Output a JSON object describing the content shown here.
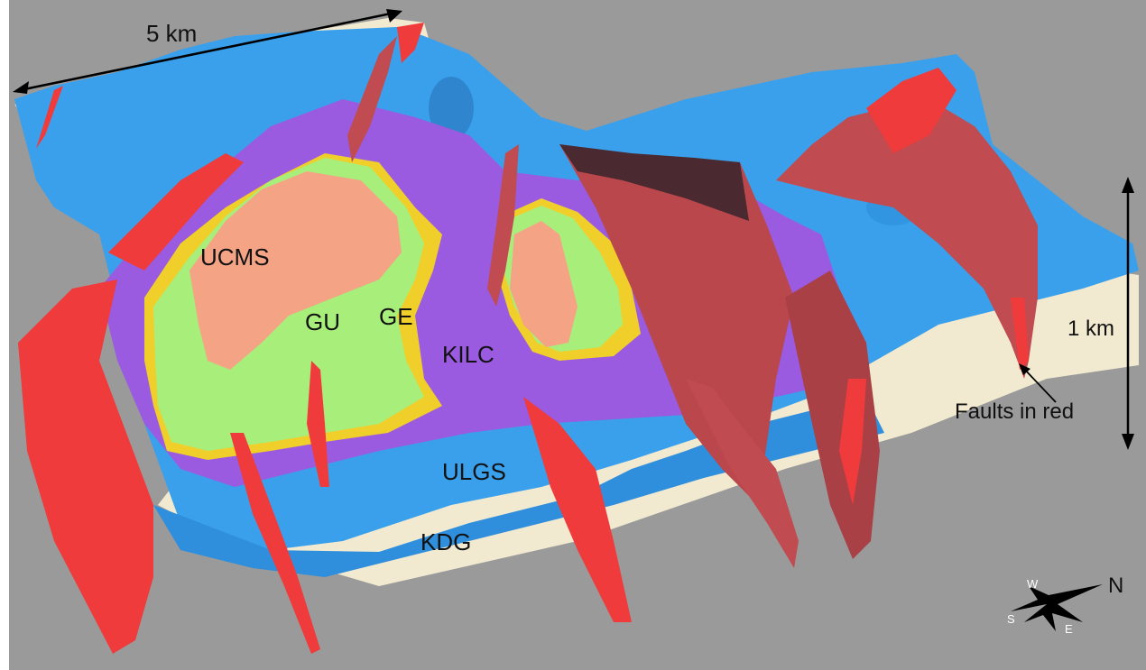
{
  "figure": {
    "units": [
      {
        "unit": "UCMS",
        "color": "#f4a384"
      },
      {
        "unit": "GU",
        "color": "#a8ee7a"
      },
      {
        "unit": "GE",
        "color": "#f0cf2a"
      },
      {
        "unit": "KILC",
        "color": "#9a5be0"
      },
      {
        "unit": "ULGS",
        "color": "#3aa0ec"
      },
      {
        "unit": "KDG",
        "color": "#f2ead0"
      }
    ],
    "scale_horizontal": "5 km",
    "scale_vertical": "1 km",
    "fault_note": "Faults in red",
    "fault_color": "#ef3b3b",
    "compass": {
      "w": "W",
      "s": "S",
      "e": "E",
      "n": "N"
    },
    "background_color": "#999999"
  }
}
